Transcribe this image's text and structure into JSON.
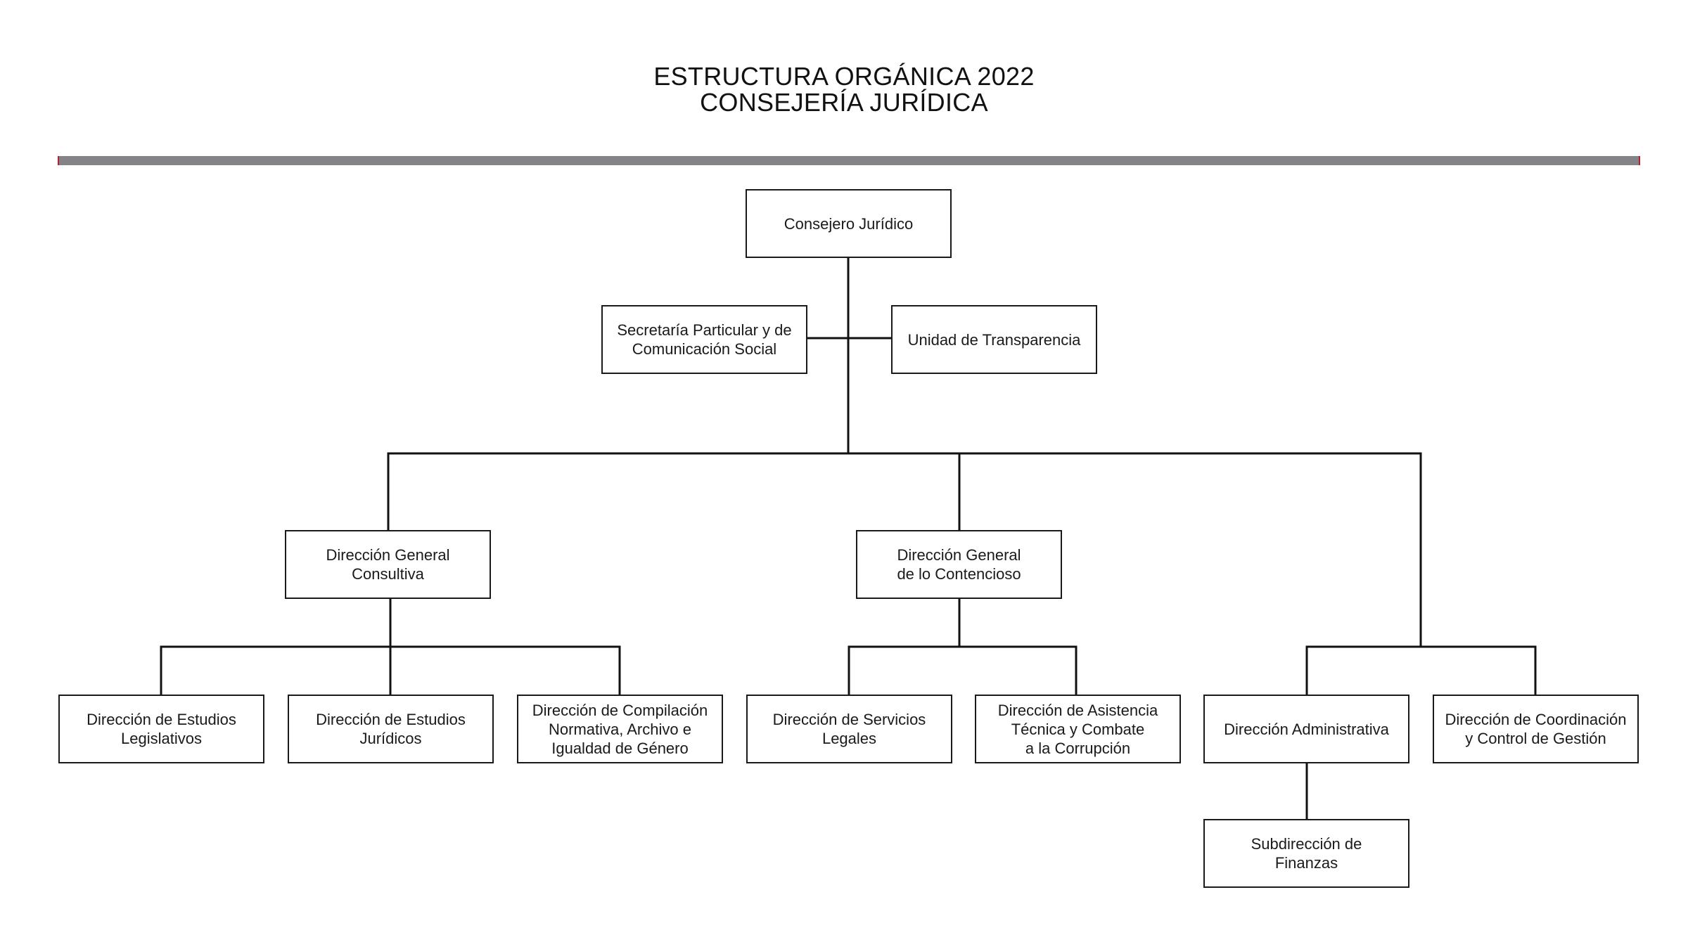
{
  "header": {
    "title_line1": "ESTRUCTURA ORGÁNICA 2022",
    "title_line2": "CONSEJERÍA JURÍDICA"
  },
  "colors": {
    "divider": "#838388",
    "divider_accent": "#b2232f",
    "box_border": "#1a1a1a",
    "connector": "#111111"
  },
  "org_chart": {
    "root": "Consejero Jurídico",
    "staff_left": "Secretaría Particular y de\nComunicación Social",
    "staff_right": "Unidad de Transparencia",
    "dg_consultiva": "Dirección General\nConsultiva",
    "dg_contencioso": "Dirección General\nde lo Contencioso",
    "dir_estudios_legislativos": "Dirección de Estudios\nLegislativos",
    "dir_estudios_juridicos": "Dirección de Estudios\nJurídicos",
    "dir_compilacion": "Dirección de Compilación\nNormativa, Archivo e\nIgualdad de Género",
    "dir_servicios_legales": "Dirección de Servicios\nLegales",
    "dir_asistencia_tecnica": "Dirección de Asistencia\nTécnica y Combate\na la Corrupción",
    "dir_administrativa": "Dirección Administrativa",
    "dir_coordinacion": "Dirección de Coordinación\ny Control de Gestión",
    "subdir_finanzas": "Subdirección de\nFinanzas"
  }
}
